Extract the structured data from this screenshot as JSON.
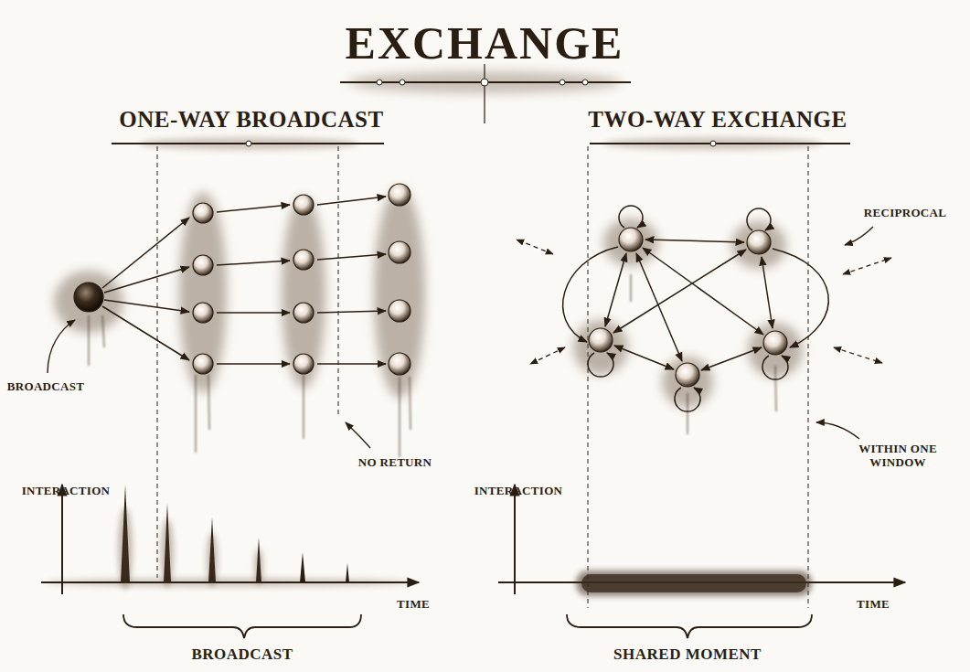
{
  "diagram": {
    "title": "EXCHANGE",
    "labels": [
      "ONE-WAY BROADCAST",
      "TWO-WAY EXCHANGE",
      "BROADCAST",
      "NO RETURN",
      "RECIPROCAL",
      "WITHIN ONE WINDOW",
      "INTERACTION",
      "TIME",
      "BROADCAST",
      "INTERACTION",
      "TIME",
      "SHARED MOMENT"
    ]
  }
}
